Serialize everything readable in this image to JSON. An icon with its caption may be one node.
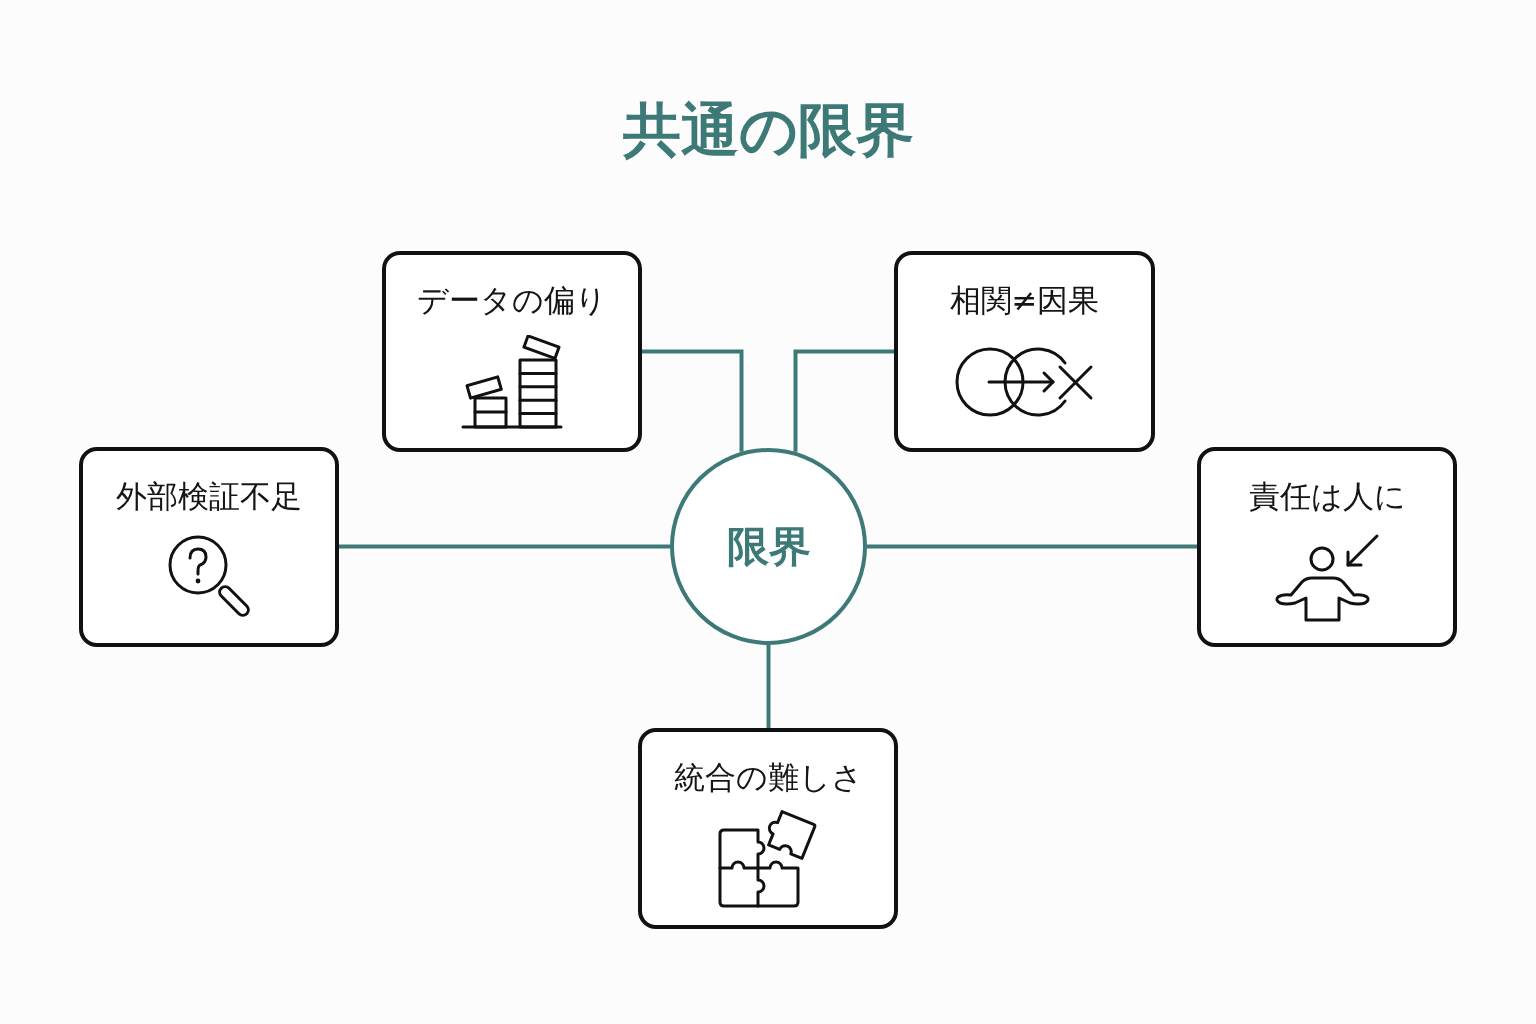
{
  "diagram": {
    "title": "共通の限界",
    "nodes": [
      {
        "text": [
          "データの偏り"
        ]
      },
      {
        "text": [
          "相関≠因果"
        ]
      },
      {
        "text": [
          "外部検証不足"
        ]
      },
      {
        "text": [
          "限界"
        ]
      },
      {
        "text": [
          "責任は人に"
        ]
      },
      {
        "text": [
          "統合の難しさ"
        ]
      }
    ],
    "edges": [
      {
        "from": 3,
        "to": 0,
        "arrow": "none"
      },
      {
        "from": 3,
        "to": 1,
        "arrow": "none"
      },
      {
        "from": 3,
        "to": 2,
        "arrow": "none"
      },
      {
        "from": 3,
        "to": 4,
        "arrow": "none"
      },
      {
        "from": 3,
        "to": 5,
        "arrow": "none"
      }
    ]
  }
}
